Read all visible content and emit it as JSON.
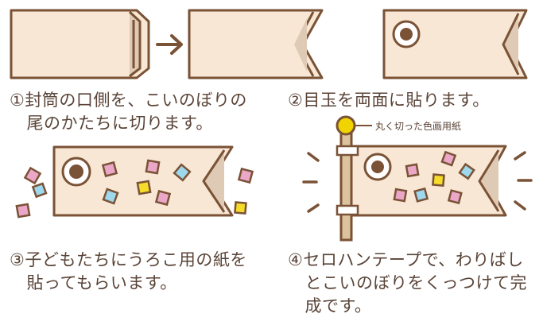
{
  "colors": {
    "outline": "#7a5236",
    "paper": "#f7e7d4",
    "inner": "#dfcbb5",
    "pole": "#dcc39e",
    "knob": "#f0d400",
    "pink": "#eaa7c8",
    "blue": "#9ed8ec",
    "yellow": "#f5dc2a",
    "text": "#5a4438"
  },
  "steps": [
    {
      "number": "①",
      "text": "①封筒の口側を、こいのぼりの\n　尾のかたちに切ります。"
    },
    {
      "number": "②",
      "text": "②目玉を両面に貼ります。"
    },
    {
      "number": "③",
      "text": "③子どもたちにうろこ用の紙を\n　貼ってもらいます。"
    },
    {
      "number": "④",
      "text": "④セロハンテープで、わりばし\n　とこいのぼりをくっつけて完\n　成です。"
    }
  ],
  "callout": {
    "label": "丸く切った色画用紙"
  },
  "icons": [
    "envelope-icon",
    "arrow-right-icon",
    "koinobori-cut-icon",
    "koinobori-eye-icon",
    "koinobori-scales-icon",
    "koinobori-pole-icon"
  ]
}
